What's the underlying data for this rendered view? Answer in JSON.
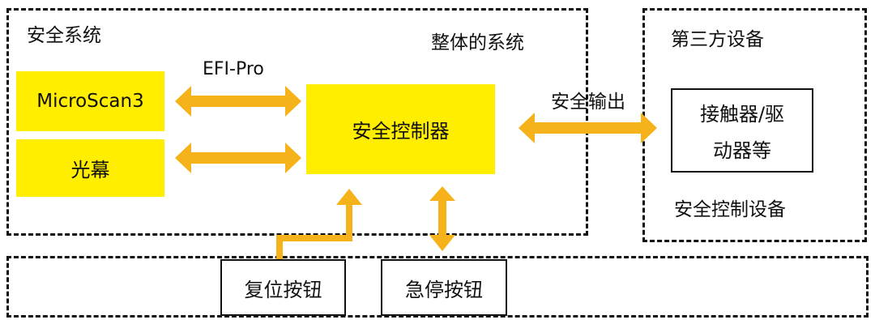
{
  "safety_system": {
    "label": "安全系统",
    "sublabel": "整体的系统"
  },
  "third_party": {
    "label": "第三方设备",
    "footer": "安全控制设备"
  },
  "devices": {
    "microscan": "MicroScan3",
    "light_curtain": "光幕",
    "controller": "安全控制器",
    "contactor_line1": "接触器/驱",
    "contactor_line2": "动器等"
  },
  "links": {
    "efi": "EFI-Pro",
    "safe_output": "安全输出"
  },
  "buttons": {
    "reset": "复位按钮",
    "estop": "急停按钮"
  },
  "colors": {
    "box_yellow": "#ffee00",
    "arrow_orange": "#f5b21a",
    "border": "#111111"
  }
}
